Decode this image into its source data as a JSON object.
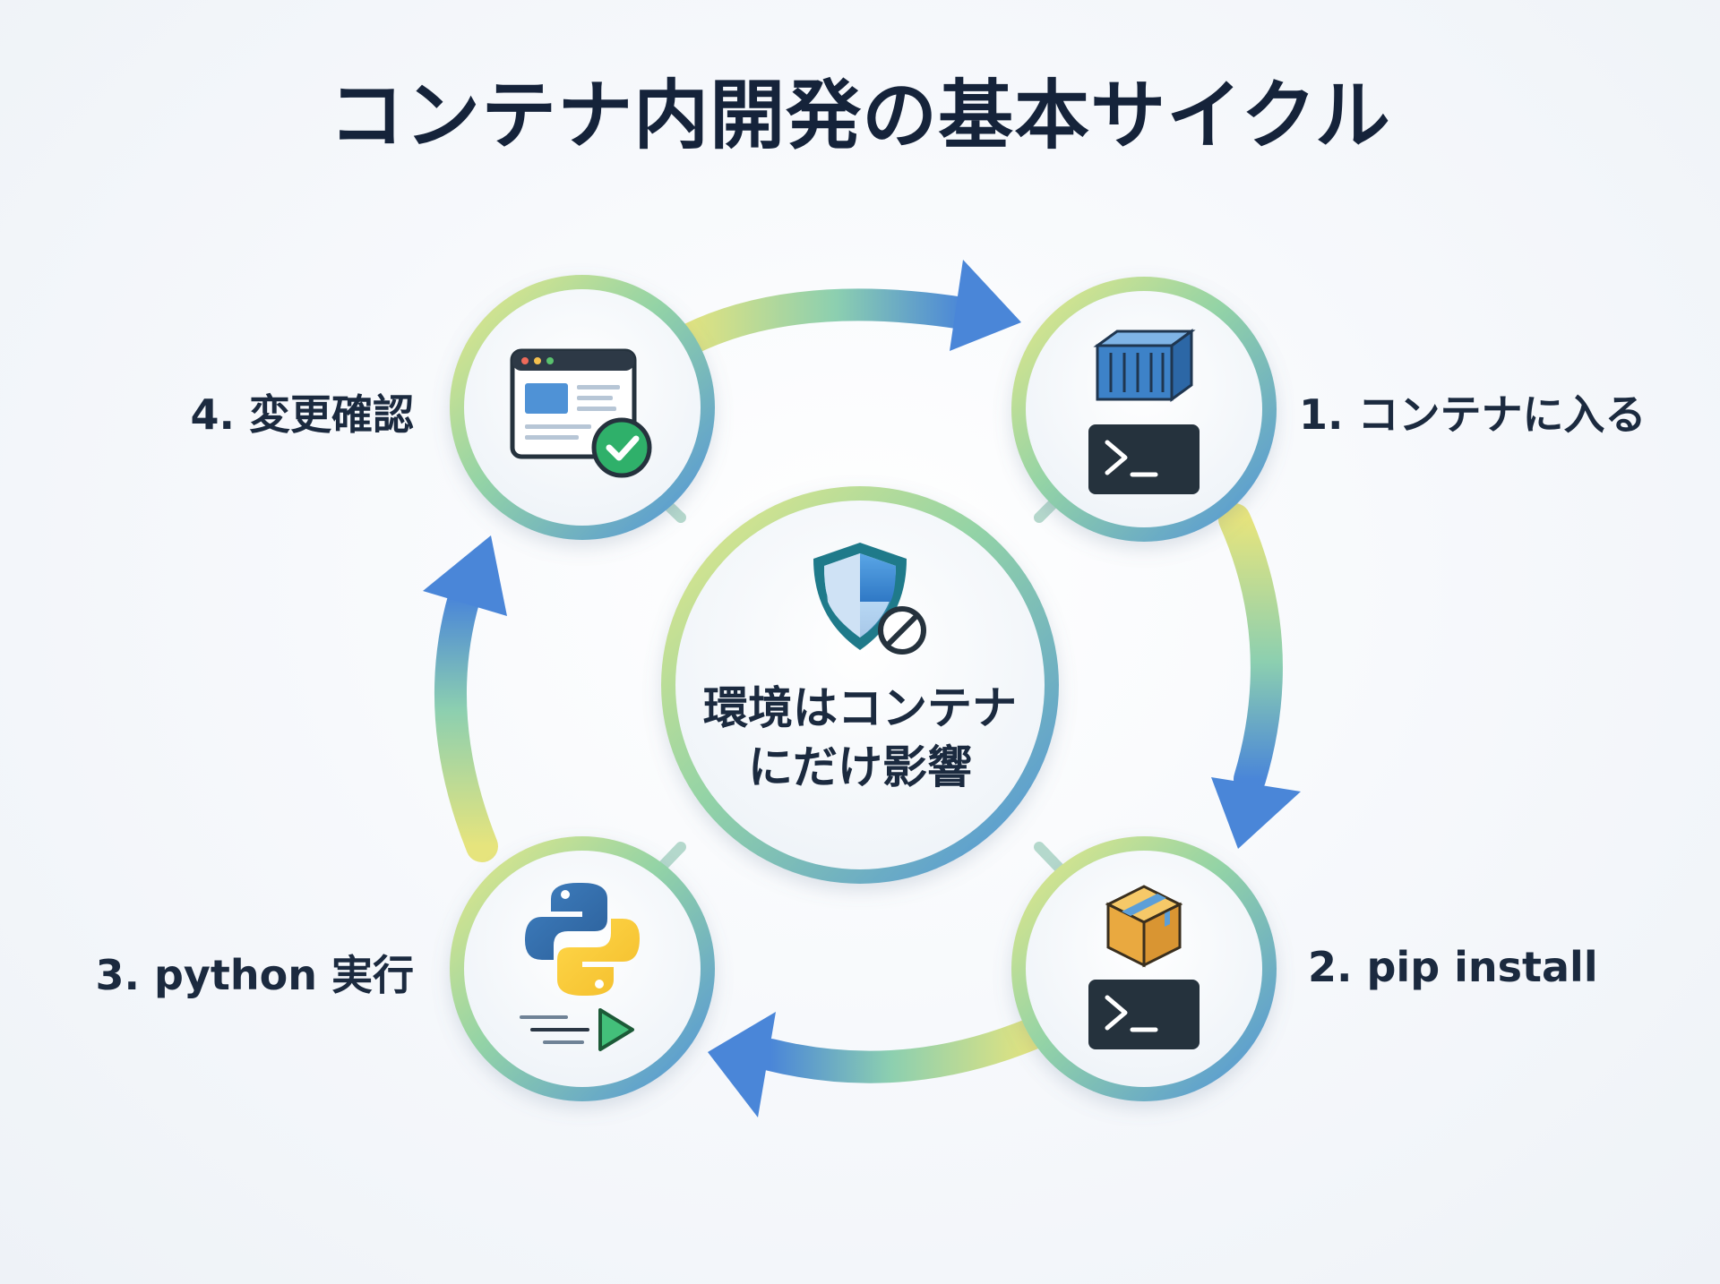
{
  "title": "コンテナ内開発の基本サイクル",
  "center": {
    "line1": "環境はコンテナ",
    "line2": "にだけ影響",
    "icon": "shield-block-icon"
  },
  "steps": [
    {
      "label": "1. コンテナに入る",
      "icons": [
        "container-icon",
        "terminal-icon"
      ]
    },
    {
      "label": "2. pip install",
      "icons": [
        "package-box-icon",
        "terminal-icon"
      ]
    },
    {
      "label": "3. python 実行",
      "icons": [
        "python-logo-icon",
        "play-icon"
      ]
    },
    {
      "label": "4. 変更確認",
      "icons": [
        "browser-window-icon",
        "check-circle-icon"
      ]
    }
  ],
  "colors": {
    "title": "#15233a",
    "ring_yellow": "#e3e27a",
    "ring_green": "#8fd0a6",
    "ring_blue": "#4a8fd9",
    "terminal_bg": "#25323d",
    "check_green": "#2fb06a"
  }
}
